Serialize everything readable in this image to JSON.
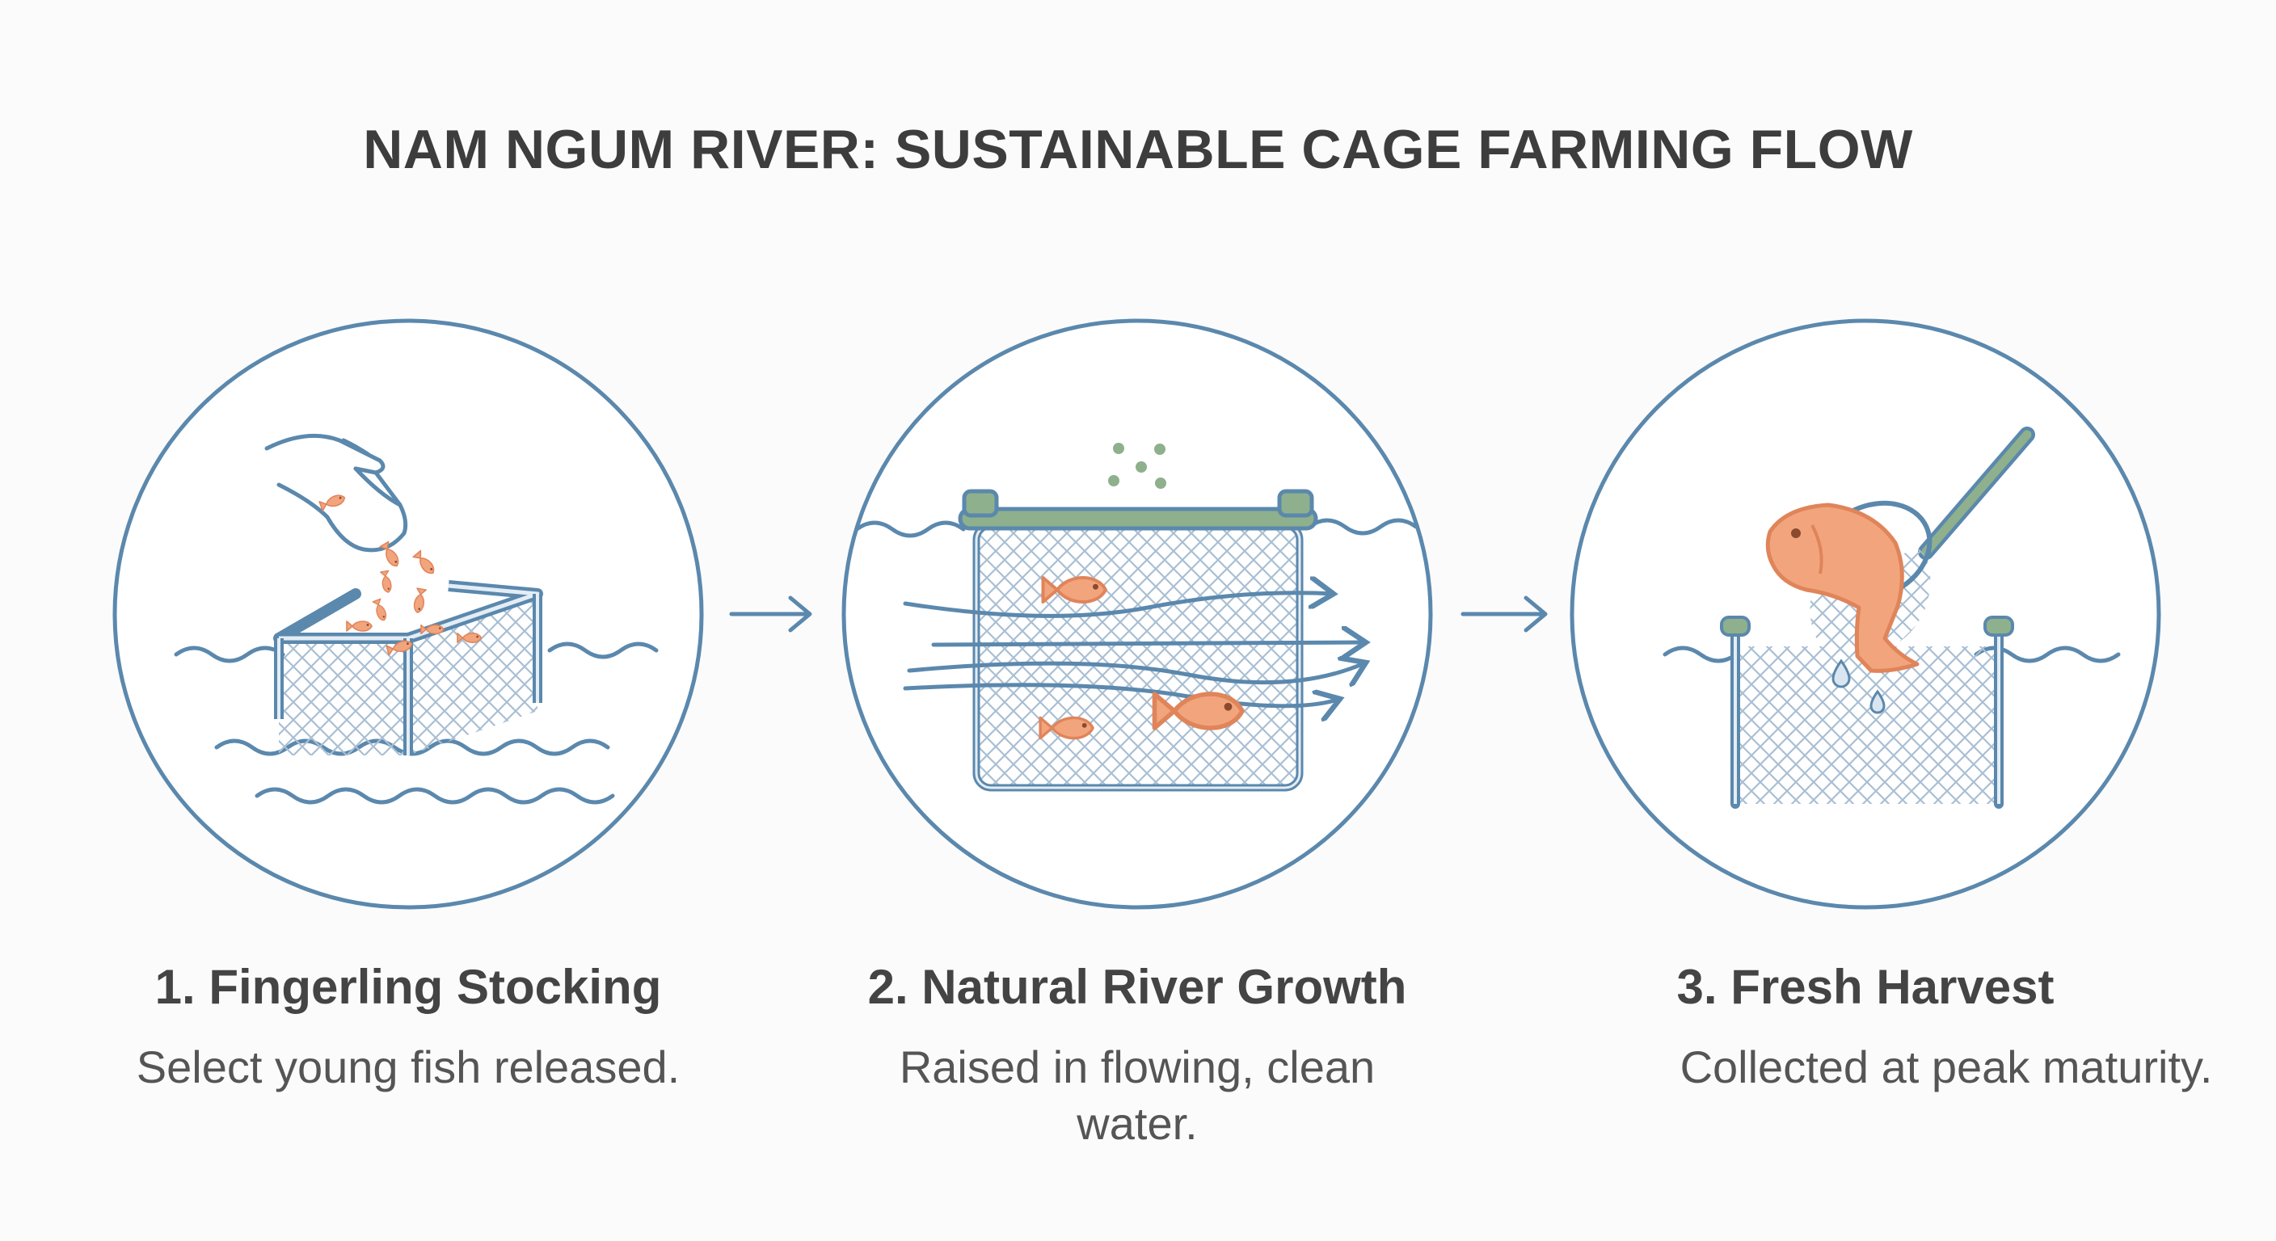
{
  "title": "NAM NGUM RIVER: SUSTAINABLE CAGE FARMING FLOW",
  "steps": [
    {
      "title": "1. Fingerling Stocking",
      "description": "Select young fish released.",
      "icon": "hand-stocking-cage-icon"
    },
    {
      "title": "2. Natural River Growth",
      "description": "Raised in flowing, clean water.",
      "icon": "cage-water-flow-icon"
    },
    {
      "title": "3. Fresh Harvest",
      "description": "Collected at peak maturity.",
      "icon": "net-harvest-fish-icon"
    }
  ],
  "colors": {
    "stroke_blue": "#5b88ad",
    "fish_orange": "#f2a57d",
    "frame_green": "#8eb08c",
    "text_dark": "#3d3d3d"
  }
}
